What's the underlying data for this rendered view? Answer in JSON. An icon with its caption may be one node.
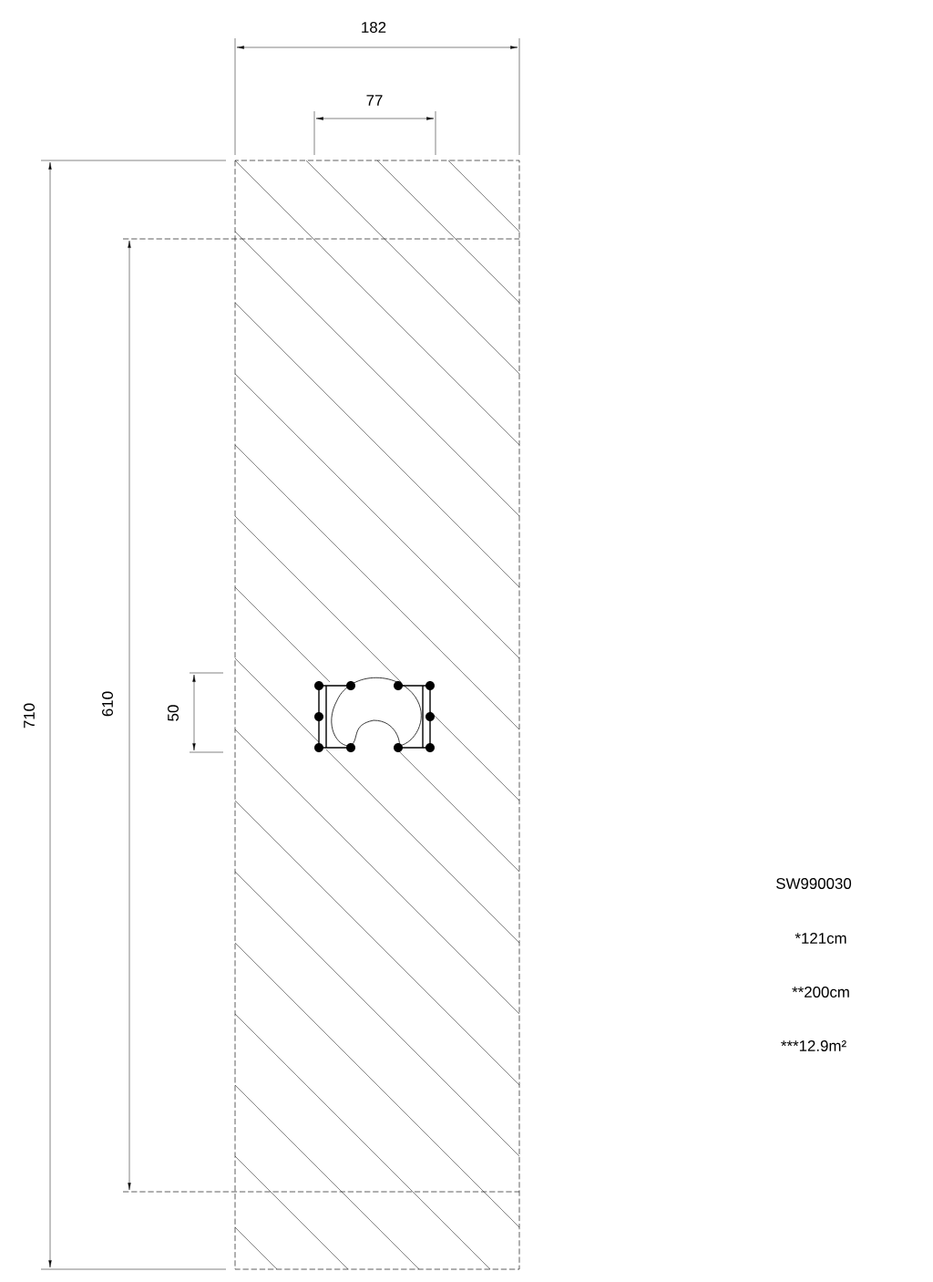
{
  "diagram": {
    "labels": [
      "182",
      "77",
      "710",
      "610",
      "50",
      "SW990030",
      "*121cm",
      "**200cm",
      "***12.9m²"
    ]
  }
}
